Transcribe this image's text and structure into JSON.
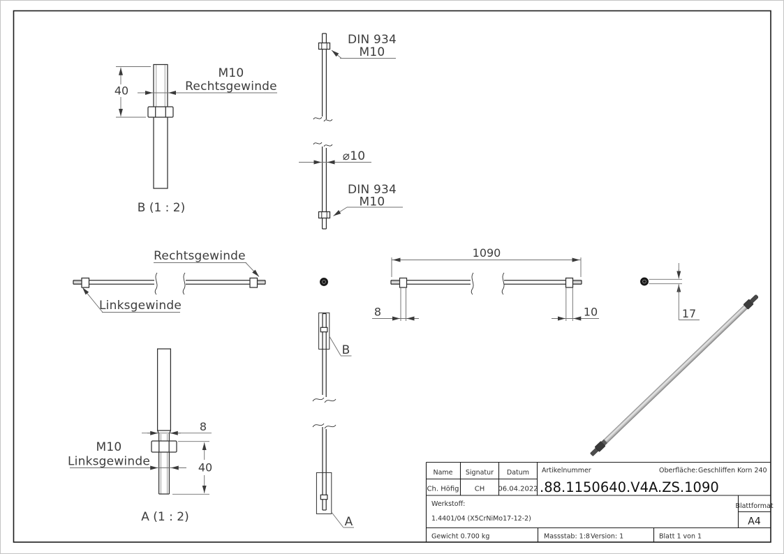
{
  "views": {
    "detail_b": {
      "caption": "B (1 : 2)",
      "dim_thread_length": "40",
      "thread_label_line1": "M10",
      "thread_label_line2": "Rechtsgewinde"
    },
    "rod_front_view": {
      "nut_top_label_line1": "DIN 934",
      "nut_top_label_line2": "M10",
      "diameter_label": "⌀10",
      "nut_bottom_label_line1": "DIN 934",
      "nut_bottom_label_line2": "M10",
      "callout_b": "B",
      "callout_a": "A"
    },
    "side_view_labeled": {
      "label_right_thread": "Rechtsgewinde",
      "label_left_thread": "Linksgewinde"
    },
    "side_view_dimensioned": {
      "dim_total_length": "1090",
      "dim_left": "8",
      "dim_right": "10"
    },
    "end_view": {
      "dim_across": "17"
    },
    "detail_a": {
      "caption": "A (1 : 2)",
      "dim_thread_dia": "8",
      "dim_thread_length": "40",
      "thread_label_line1": "M10",
      "thread_label_line2": "Linksgewinde"
    }
  },
  "title_block": {
    "col_name": "Name",
    "col_signatur": "Signatur",
    "col_datum": "Datum",
    "name": "Ch. Höfig",
    "signatur": "CH",
    "datum": "06.04.2022",
    "artikelnummer_label": "Artikelnummer",
    "artikelnummer": ".88.1150640.V4A.ZS.1090",
    "oberflaeche_label": "Oberfläche:",
    "oberflaeche_value": "Geschliffen Korn 240",
    "werkstoff_label": "Werkstoff:",
    "werkstoff_value": "1.4401/04 (X5CrNiMo17-12-2)",
    "blattformat_label": "Blattformat",
    "blattformat_value": "A4",
    "gewicht": "Gewicht 0.700 kg",
    "massstab": "Massstab: 1:8",
    "version": "Version: 1",
    "blatt": "Blatt 1 von 1"
  }
}
